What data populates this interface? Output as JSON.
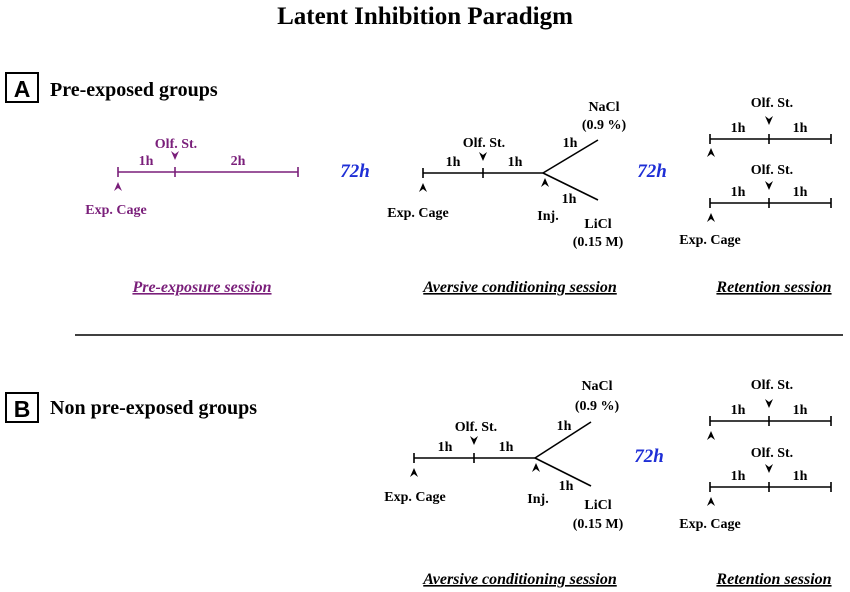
{
  "title": "Latent Inhibition Paradigm",
  "colors": {
    "purple": "#7a1f7a",
    "blue": "#1f2fd6",
    "black": "#000000"
  },
  "panel_a": {
    "letter": "A",
    "heading": "Pre-exposed groups",
    "pre_exposure": {
      "olf_st": "Olf. St.",
      "seg1": "1h",
      "seg2": "2h",
      "exp_cage": "Exp. Cage",
      "session": "Pre-exposure session"
    },
    "gap1": "72h",
    "conditioning": {
      "olf_st": "Olf. St.",
      "seg1": "1h",
      "seg2": "1h",
      "exp_cage": "Exp. Cage",
      "inj": "Inj.",
      "upper_1h": "1h",
      "lower_1h": "1h",
      "nacl": "NaCl",
      "nacl_conc": "(0.9 %)",
      "licl": "LiCl",
      "licl_conc": "(0.15 M)",
      "session": "Aversive conditioning session"
    },
    "gap2": "72h",
    "retention": {
      "olf_st_1": "Olf. St.",
      "seg1_1": "1h",
      "seg2_1": "1h",
      "olf_st_2": "Olf. St.",
      "seg1_2": "1h",
      "seg2_2": "1h",
      "exp_cage": "Exp. Cage",
      "session": "Retention session"
    }
  },
  "panel_b": {
    "letter": "B",
    "heading": "Non pre-exposed groups",
    "conditioning": {
      "olf_st": "Olf. St.",
      "seg1": "1h",
      "seg2": "1h",
      "exp_cage": "Exp. Cage",
      "inj": "Inj.",
      "upper_1h": "1h",
      "lower_1h": "1h",
      "nacl": "NaCl",
      "nacl_conc": "(0.9 %)",
      "licl": "LiCl",
      "licl_conc": "(0.15 M)",
      "session": "Aversive conditioning session"
    },
    "gap": "72h",
    "retention": {
      "olf_st_1": "Olf. St.",
      "seg1_1": "1h",
      "seg2_1": "1h",
      "olf_st_2": "Olf. St.",
      "seg1_2": "1h",
      "seg2_2": "1h",
      "exp_cage": "Exp. Cage",
      "session": "Retention session"
    }
  }
}
